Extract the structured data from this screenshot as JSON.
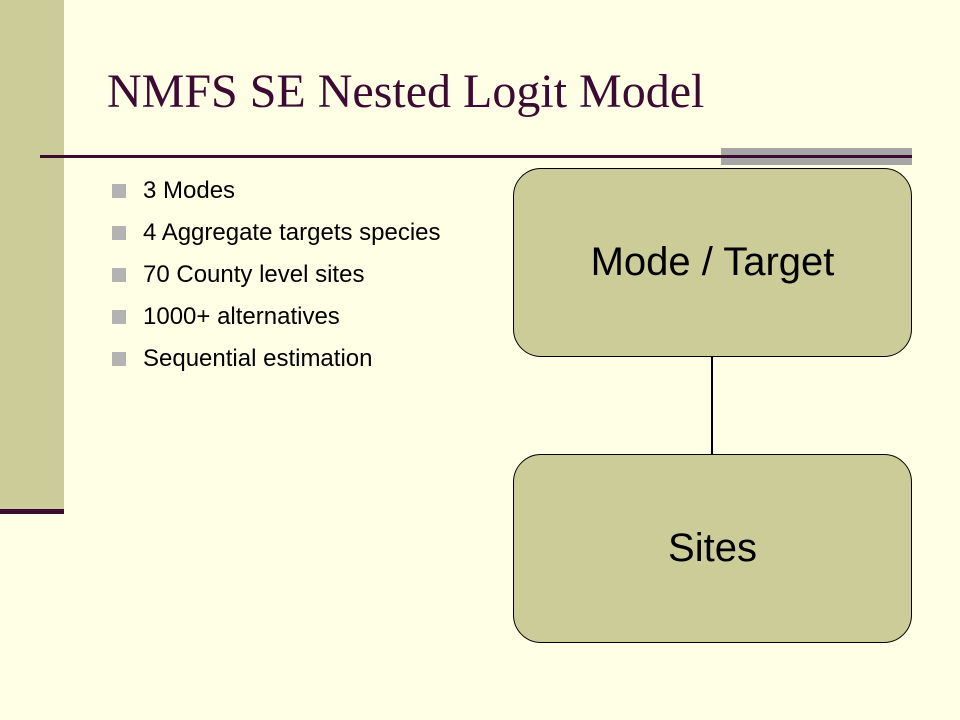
{
  "slide": {
    "title": "NMFS SE Nested Logit Model",
    "bullets": [
      "3 Modes",
      "4 Aggregate targets species",
      "70 County level sites",
      "1000+ alternatives",
      "Sequential estimation"
    ],
    "diagram": {
      "top_node": "Mode / Target",
      "bottom_node": "Sites"
    }
  },
  "colors": {
    "background": "#ffffe5",
    "accent_dark": "#3d0a33",
    "olive_fill": "#cccc99",
    "bullet_gray": "#b3b3b3"
  }
}
